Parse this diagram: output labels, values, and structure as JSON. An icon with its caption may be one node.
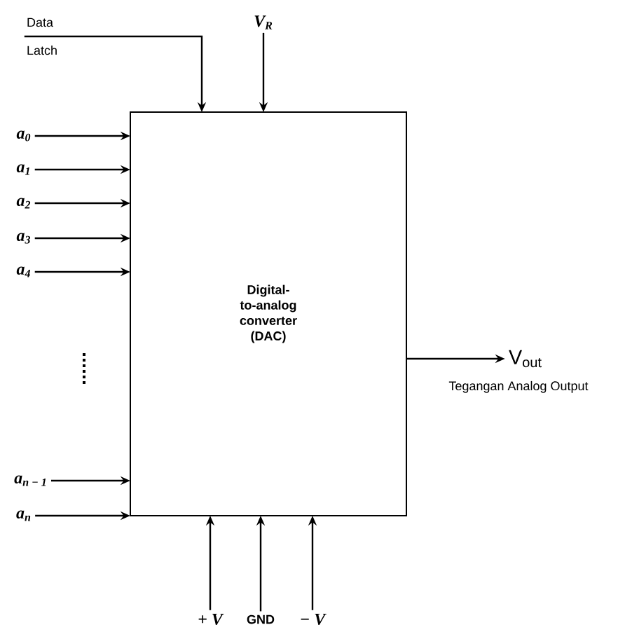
{
  "diagram": {
    "nodes": [
      {
        "text": [
          "Digital-to-analog converter",
          "(DAC)"
        ]
      },
      {
        "text": [
          "Data",
          "Latch"
        ]
      },
      {
        "text": [
          "V$_{R}$"
        ]
      },
      {
        "text": [
          "a$_{0}$"
        ]
      },
      {
        "text": [
          "a$_{1}$"
        ]
      },
      {
        "text": [
          "a$_{2}$"
        ]
      },
      {
        "text": [
          "a$_{3}$"
        ]
      },
      {
        "text": [
          "a$_{4}$"
        ]
      },
      {
        "text": [
          "a$_{n − 1}$"
        ]
      },
      {
        "text": [
          "a$_{n}$"
        ]
      },
      {
        "text": [
          "V$_{out}$"
        ],
        "beside": [
          "Tegangan Analog Output"
        ]
      },
      {
        "text": [
          "+ V"
        ]
      },
      {
        "text": [
          "GND"
        ]
      },
      {
        "text": [
          "− V"
        ]
      }
    ],
    "edges": [
      {
        "from": 1,
        "to": 0,
        "arrow": "to"
      },
      {
        "from": 2,
        "to": 0,
        "arrow": "to"
      },
      {
        "from": 3,
        "to": 0,
        "arrow": "to"
      },
      {
        "from": 4,
        "to": 0,
        "arrow": "to"
      },
      {
        "from": 5,
        "to": 0,
        "arrow": "to"
      },
      {
        "from": 6,
        "to": 0,
        "arrow": "to"
      },
      {
        "from": 7,
        "to": 0,
        "arrow": "to"
      },
      {
        "from": 8,
        "to": 0,
        "arrow": "to"
      },
      {
        "from": 9,
        "to": 0,
        "arrow": "to"
      },
      {
        "from": 0,
        "to": 10,
        "arrow": "to"
      },
      {
        "from": 11,
        "to": 0,
        "arrow": "to"
      },
      {
        "from": 12,
        "to": 0,
        "arrow": "to"
      },
      {
        "from": 13,
        "to": 0,
        "arrow": "to"
      }
    ]
  }
}
